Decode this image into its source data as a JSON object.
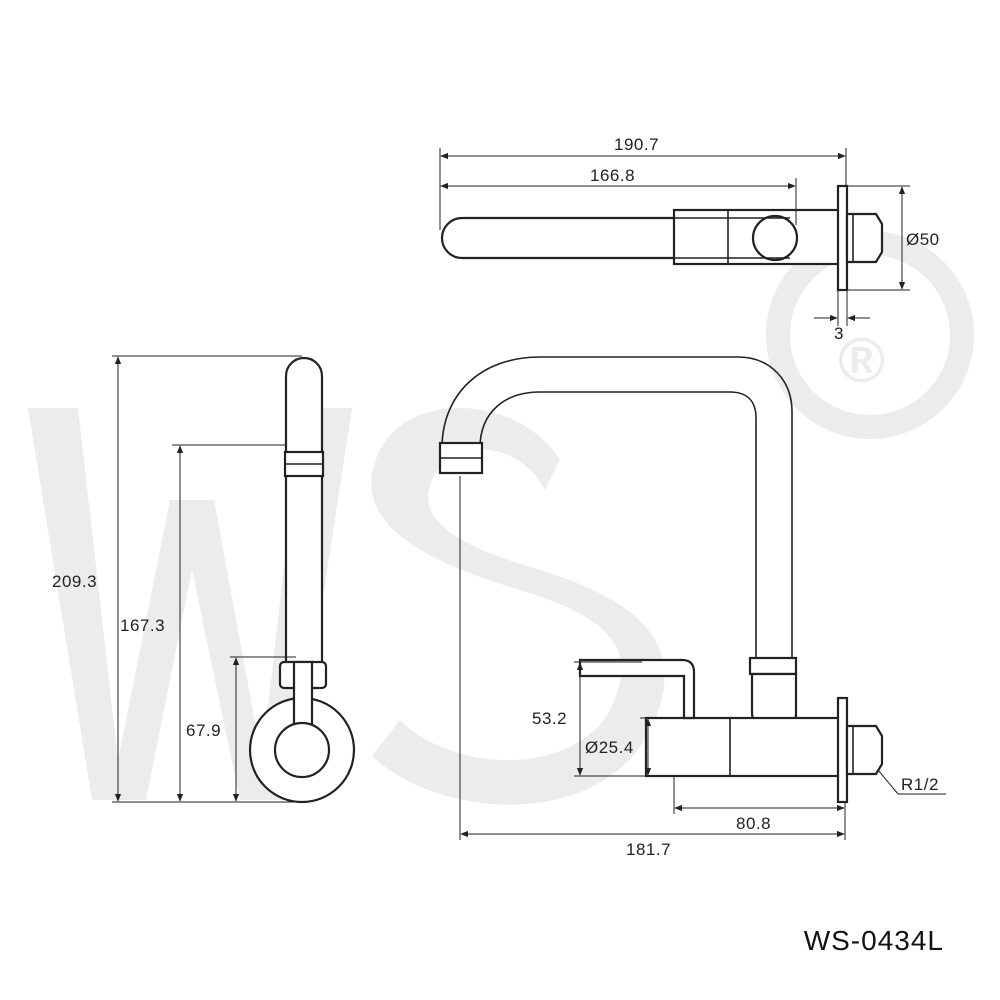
{
  "watermark": {
    "brand": "WS",
    "registered_mark": "®"
  },
  "dimensions": {
    "top_view": {
      "overall_length": "190.7",
      "spout_length": "166.8",
      "flange_diameter": "Ø50",
      "flange_thickness": "3"
    },
    "side_view": {
      "total_height": "209.3",
      "spout_height": "167.3",
      "body_height": "67.9"
    },
    "front_view": {
      "lever_height": "53.2",
      "body_diameter": "Ø25.4",
      "thread": "R1/2",
      "body_projection": "80.8",
      "spout_reach": "181.7"
    }
  },
  "model_code": "WS-0434L"
}
